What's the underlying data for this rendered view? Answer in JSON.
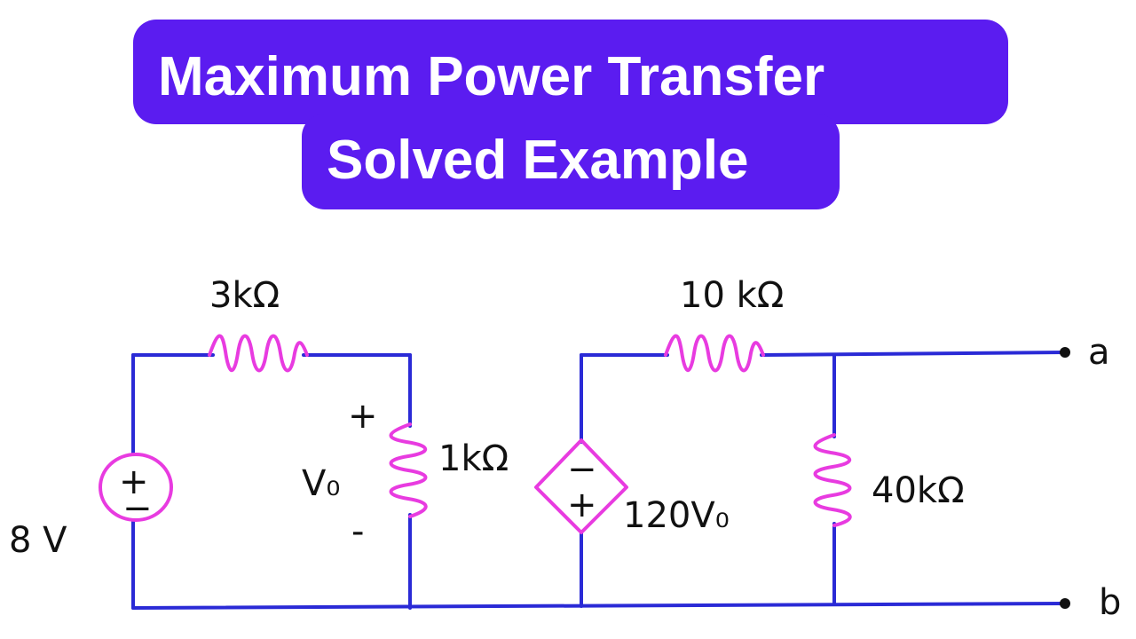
{
  "title": {
    "line1": "Maximum Power Transfer",
    "line2": "Solved Example"
  },
  "colors": {
    "banner": "#5b1cf0",
    "wire": "#2a2ad6",
    "component": "#e83be0",
    "text": "#111111"
  },
  "circuit": {
    "source_voltage": "8 V",
    "source_plus": "+",
    "source_minus": "−",
    "r1": "3kΩ",
    "r2": "1kΩ",
    "vo_label": "V₀",
    "vo_plus": "+",
    "vo_minus": "-",
    "r3": "10 kΩ",
    "r4": "40kΩ",
    "dep_source": "120V₀",
    "dep_minus": "−",
    "dep_plus": "+",
    "terminal_a": "a",
    "terminal_b": "b"
  }
}
